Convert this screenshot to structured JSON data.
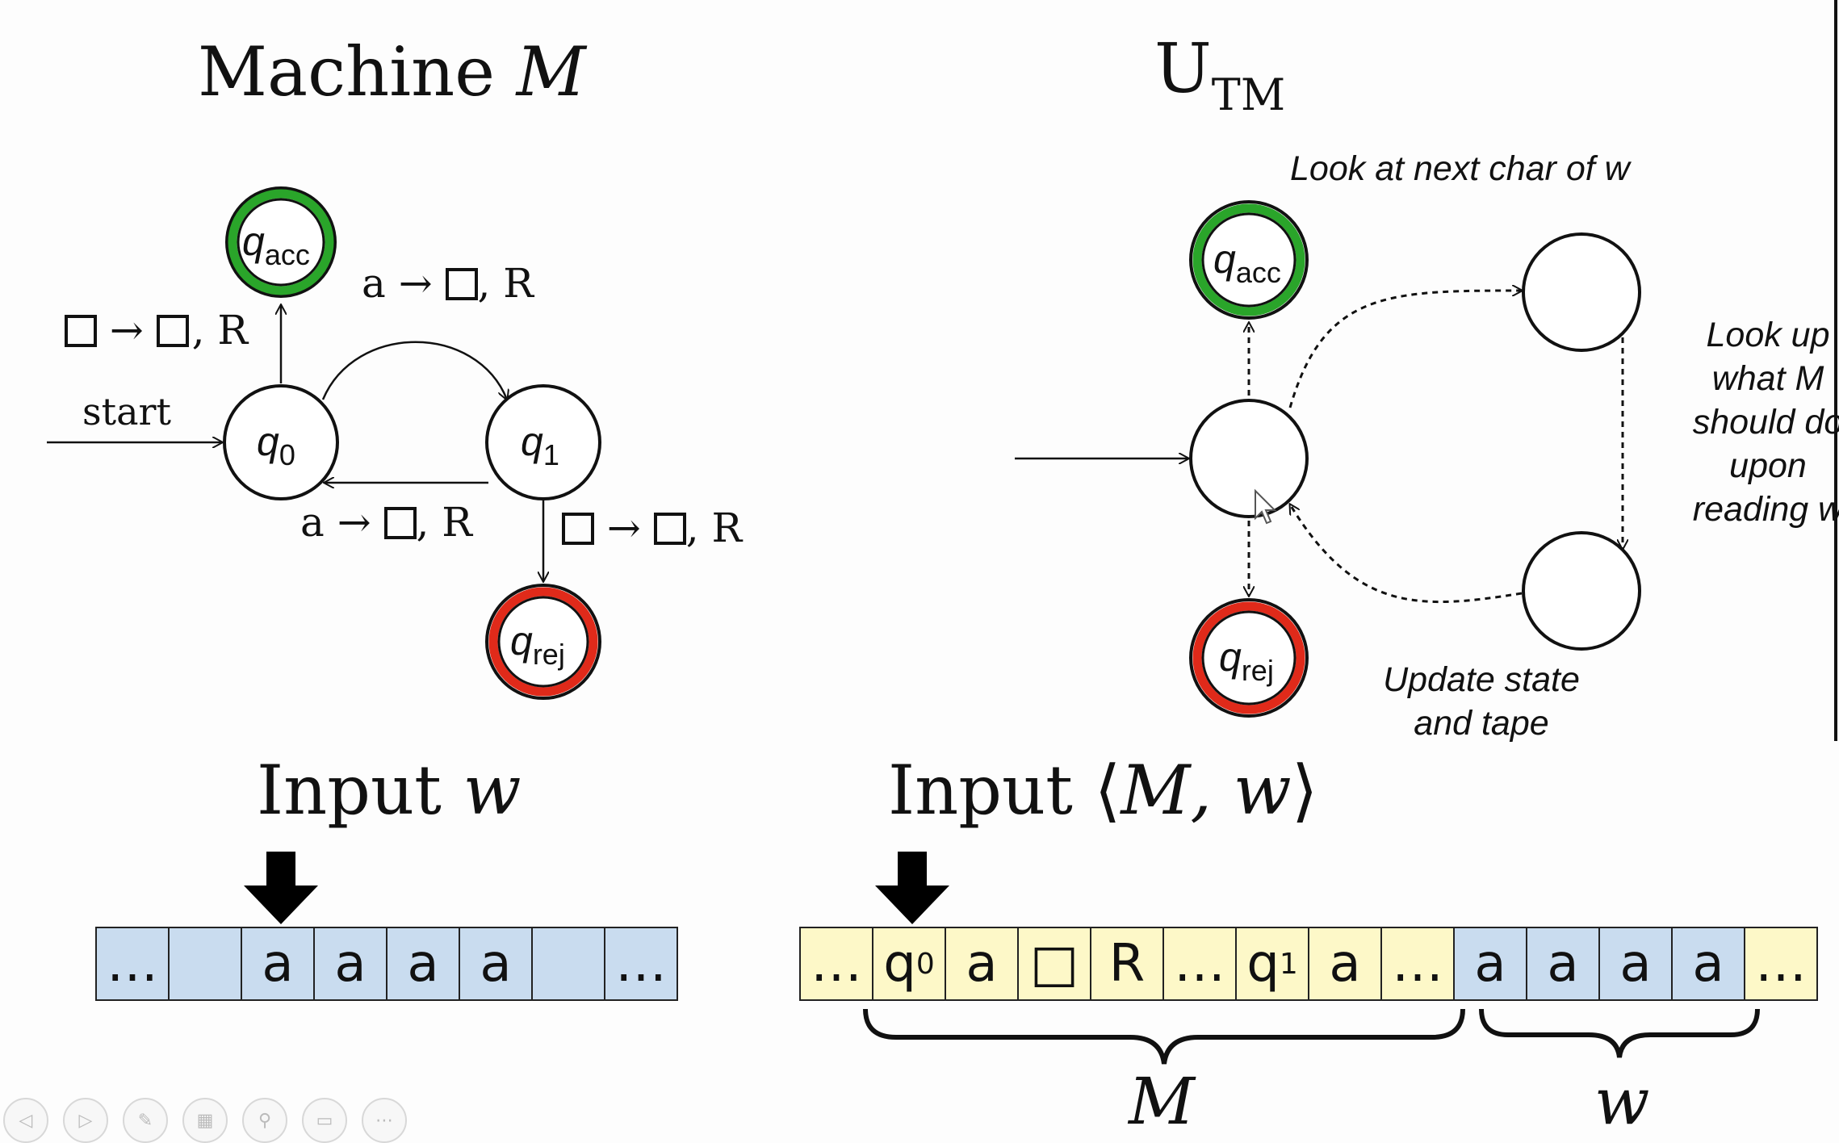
{
  "machine": {
    "title_prefix": "Machine ",
    "title_var": "M",
    "start_label": "start",
    "states": {
      "q0": {
        "q": "q",
        "sub": "0"
      },
      "q1": {
        "q": "q",
        "sub": "1"
      },
      "qacc": {
        "q": "q",
        "sub": "acc"
      },
      "qrej": {
        "q": "q",
        "sub": "rej"
      }
    },
    "transitions": {
      "q0_to_acc": {
        "left": "",
        "right": " , R"
      },
      "q0_to_q1": {
        "left": "a ",
        "right": ", R"
      },
      "q1_to_q0": {
        "left": "a ",
        "right": ", R"
      },
      "q1_to_rej": {
        "left": "",
        "right": ", R"
      }
    },
    "arrow_symbol": "→"
  },
  "utm": {
    "title_main": "U",
    "title_sub": "TM",
    "states": {
      "qacc": {
        "q": "q",
        "sub": "acc"
      },
      "qrej": {
        "q": "q",
        "sub": "rej"
      }
    },
    "notes": {
      "look_next": "Look at next char of w",
      "look_up": [
        "Look up",
        "what M",
        "should do",
        "upon",
        "reading w"
      ],
      "update": [
        "Update state",
        "and tape"
      ]
    }
  },
  "input_w": {
    "title_prefix": "Input ",
    "title_var": "w",
    "cells": [
      "…",
      "",
      "a",
      "a",
      "a",
      "a",
      "",
      "…"
    ]
  },
  "input_mw": {
    "title_prefix": "Input ⟨",
    "title_var": "M, w",
    "title_suffix": "⟩",
    "cells_m": [
      {
        "text": "…"
      },
      {
        "text": "q",
        "sub": "0"
      },
      {
        "text": "a"
      },
      {
        "text": "□"
      },
      {
        "text": "R"
      },
      {
        "text": "…"
      },
      {
        "text": "q",
        "sub": "1"
      },
      {
        "text": "a"
      },
      {
        "text": "…"
      }
    ],
    "cells_w": [
      "a",
      "a",
      "a",
      "a"
    ],
    "cells_tail": [
      "…"
    ],
    "brace_m_label": "M",
    "brace_w_label": "w"
  },
  "colors": {
    "accept": "#2aa52a",
    "reject": "#e02a1a",
    "tape_blue": "#c9dcef",
    "tape_yellow": "#fdf8c8"
  },
  "toolbar": [
    "prev-icon",
    "next-icon",
    "pen-icon",
    "slides-icon",
    "zoom-icon",
    "subtitles-icon",
    "more-icon"
  ]
}
